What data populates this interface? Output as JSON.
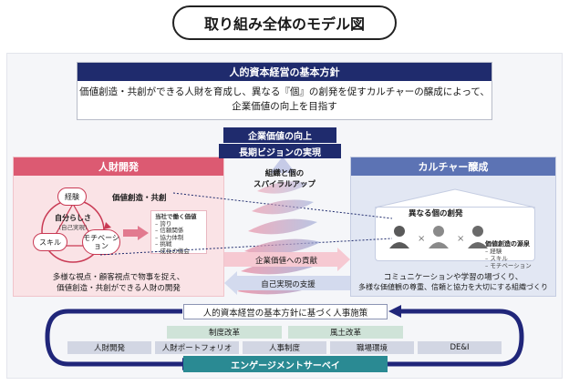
{
  "title": "取り組み全体のモデル図",
  "policy": {
    "heading": "人的資本経営の基本方針",
    "line1": "価値創造・共創ができる人財を育成し、異なる『個』の創発を促すカルチャーの醸成によって、",
    "line2": "企業価値の向上を目指す"
  },
  "goals": {
    "enterprise_value": "企業価値の向上",
    "long_term_vision": "長期ビジョンの実現"
  },
  "spiral": {
    "label_line1": "組織と個の",
    "label_line2": "スパイラルアップ"
  },
  "hr": {
    "heading": "人財開発",
    "value_creation": "価値創造・共創",
    "center_label": "自分らしさ",
    "center_sub": "(自己実現)",
    "node_experience": "経験",
    "node_skill": "スキル",
    "node_motivation": "モチベーション",
    "values_title": "当社で働く価値",
    "values": [
      "誇り",
      "信頼関係",
      "協力体制",
      "挑戦",
      "成長の機会"
    ],
    "bottom_line1": "多様な視点・顧客視点で物事を捉え、",
    "bottom_line2": "価値創造・共創ができる人財の開発"
  },
  "culture": {
    "heading": "カルチャー醸成",
    "emergence": "異なる個の創発",
    "source_title": "価値創造の源泉",
    "sources": [
      "経験",
      "スキル",
      "モチベーション"
    ],
    "bottom_line1": "コミュニケーションや学習の場づくり、",
    "bottom_line2": "多様な価値観の尊重、信頼と協力を大切にする組織づくり"
  },
  "arrows": {
    "contribution": "企業価値への貢献",
    "support": "自己実現の支援"
  },
  "measures": {
    "heading": "人的資本経営の基本方針に基づく人事施策",
    "reform": [
      "制度改革",
      "風土改革"
    ],
    "items": [
      "人財開発",
      "人財ポートフォリオ",
      "人事制度",
      "職場環境",
      "DE&I"
    ],
    "survey": "エンゲージメントサーベイ"
  },
  "colors": {
    "navy": "#1f2b6d",
    "pink": "#dc5a72",
    "blue": "#5c73b4",
    "teal": "#2a8a93"
  }
}
